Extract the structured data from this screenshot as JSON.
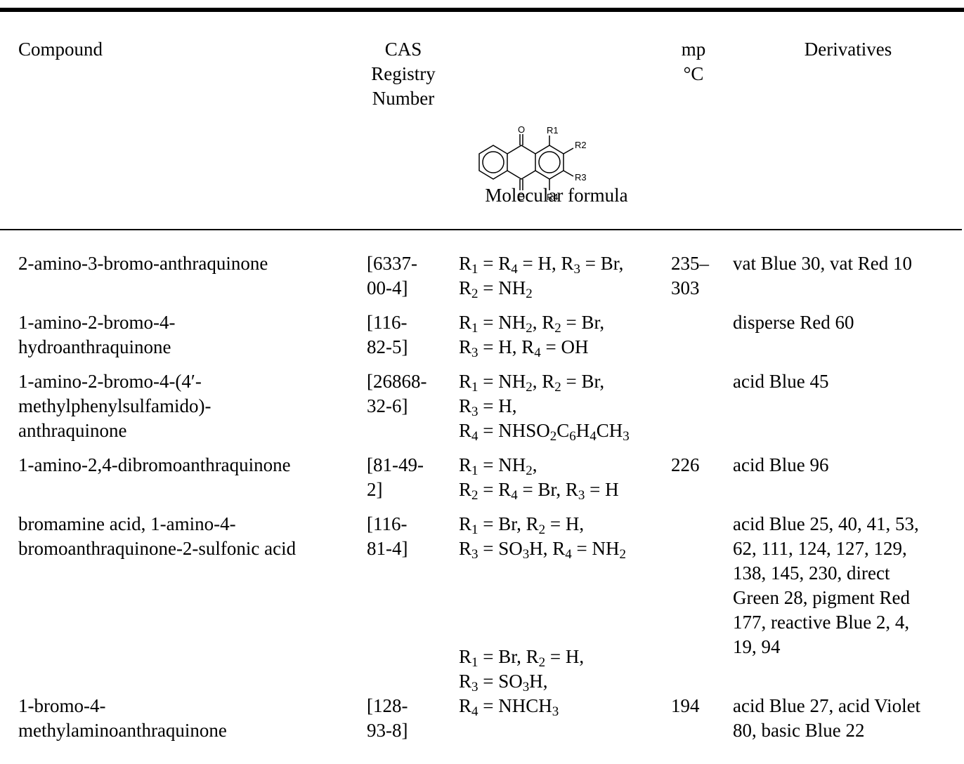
{
  "headers": {
    "compound": "Compound",
    "cas": "CAS\nRegistry\nNumber",
    "mp": "mp\n°C",
    "derivatives": "Derivatives",
    "molecular_formula": "Molecular formula",
    "structure_labels": {
      "o_top": "O",
      "o_bottom": "O",
      "r1": "R1",
      "r2": "R2",
      "r3": "R3",
      "r4": "R4"
    }
  },
  "rows": [
    {
      "compound": "2-amino-3-bromo-anthraquinone",
      "cas": "[6337-\n00-4]",
      "formula_lines": [
        [
          {
            "t": "R"
          },
          {
            "s": "1"
          },
          {
            "t": " = R"
          },
          {
            "s": "4"
          },
          {
            "t": " = H, R"
          },
          {
            "s": "3"
          },
          {
            "t": " = Br,"
          }
        ],
        [
          {
            "t": "R"
          },
          {
            "s": "2"
          },
          {
            "t": " = NH"
          },
          {
            "s": "2"
          }
        ]
      ],
      "mp": "235–\n303",
      "derivatives": "vat Blue 30, vat Red 10"
    },
    {
      "compound": "1-amino-2-bromo-4-\nhydroanthraquinone",
      "cas": "[116-\n82-5]",
      "formula_lines": [
        [
          {
            "t": "R"
          },
          {
            "s": "1"
          },
          {
            "t": " = NH"
          },
          {
            "s": "2"
          },
          {
            "t": ", R"
          },
          {
            "s": "2"
          },
          {
            "t": " = Br,"
          }
        ],
        [
          {
            "t": "R"
          },
          {
            "s": "3"
          },
          {
            "t": " = H, R"
          },
          {
            "s": "4"
          },
          {
            "t": " = OH"
          }
        ]
      ],
      "mp": "",
      "derivatives": "disperse Red 60"
    },
    {
      "compound": "1-amino-2-bromo-4-(4ʹ-\nmethylphenylsulfamido)-\nanthraquinone",
      "cas": "[26868-\n32-6]",
      "formula_lines": [
        [
          {
            "t": "R"
          },
          {
            "s": "1"
          },
          {
            "t": " = NH"
          },
          {
            "s": "2"
          },
          {
            "t": ", R"
          },
          {
            "s": "2"
          },
          {
            "t": " = Br,"
          }
        ],
        [
          {
            "t": "R"
          },
          {
            "s": "3"
          },
          {
            "t": " = H,"
          }
        ],
        [
          {
            "t": "R"
          },
          {
            "s": "4"
          },
          {
            "t": " = NHSO"
          },
          {
            "s": "2"
          },
          {
            "t": "C"
          },
          {
            "s": "6"
          },
          {
            "t": "H"
          },
          {
            "s": "4"
          },
          {
            "t": "CH"
          },
          {
            "s": "3"
          }
        ]
      ],
      "mp": "",
      "derivatives": "acid Blue 45"
    },
    {
      "compound": "1-amino-2,4-dibromoanthraquinone",
      "cas": "[81-49-\n2]",
      "formula_lines": [
        [
          {
            "t": "R"
          },
          {
            "s": "1"
          },
          {
            "t": " = NH"
          },
          {
            "s": "2"
          },
          {
            "t": ","
          }
        ],
        [
          {
            "t": "R"
          },
          {
            "s": "2"
          },
          {
            "t": " = R"
          },
          {
            "s": "4"
          },
          {
            "t": " = Br, R"
          },
          {
            "s": "3"
          },
          {
            "t": " = H"
          }
        ]
      ],
      "mp": "226",
      "derivatives": "acid Blue 96"
    },
    {
      "compound": "bromamine acid, 1-amino-4-\nbromoanthraquinone-2-sulfonic acid",
      "cas": "[116-\n81-4]",
      "formula_lines": [
        [
          {
            "t": "R"
          },
          {
            "s": "1"
          },
          {
            "t": " = Br, R"
          },
          {
            "s": "2"
          },
          {
            "t": " = H,"
          }
        ],
        [
          {
            "t": "R"
          },
          {
            "s": "3"
          },
          {
            "t": " = SO"
          },
          {
            "s": "3"
          },
          {
            "t": "H, R"
          },
          {
            "s": "4"
          },
          {
            "t": " = NH"
          },
          {
            "s": "2"
          }
        ]
      ],
      "mp": "",
      "derivatives": "acid Blue 25, 40, 41, 53,\n62, 111, 124, 127, 129,\n138, 145, 230, direct\nGreen 28, pigment Red\n177, reactive Blue 2, 4,\n19, 94"
    },
    {
      "compound": "1-bromo-4-\nmethylaminoanthraquinone",
      "cas": "[128-\n93-8]",
      "formula_lines": [
        [
          {
            "t": "R"
          },
          {
            "s": "1"
          },
          {
            "t": " = Br, R"
          },
          {
            "s": "2"
          },
          {
            "t": " = H,"
          }
        ],
        [
          {
            "t": "R"
          },
          {
            "s": "3"
          },
          {
            "t": " = SO"
          },
          {
            "s": "3"
          },
          {
            "t": "H,"
          }
        ],
        [
          {
            "t": "R"
          },
          {
            "s": "4"
          },
          {
            "t": " = NHCH"
          },
          {
            "s": "3"
          }
        ]
      ],
      "mp": "194",
      "derivatives": "acid Blue 27, acid Violet\n80, basic Blue 22"
    }
  ]
}
